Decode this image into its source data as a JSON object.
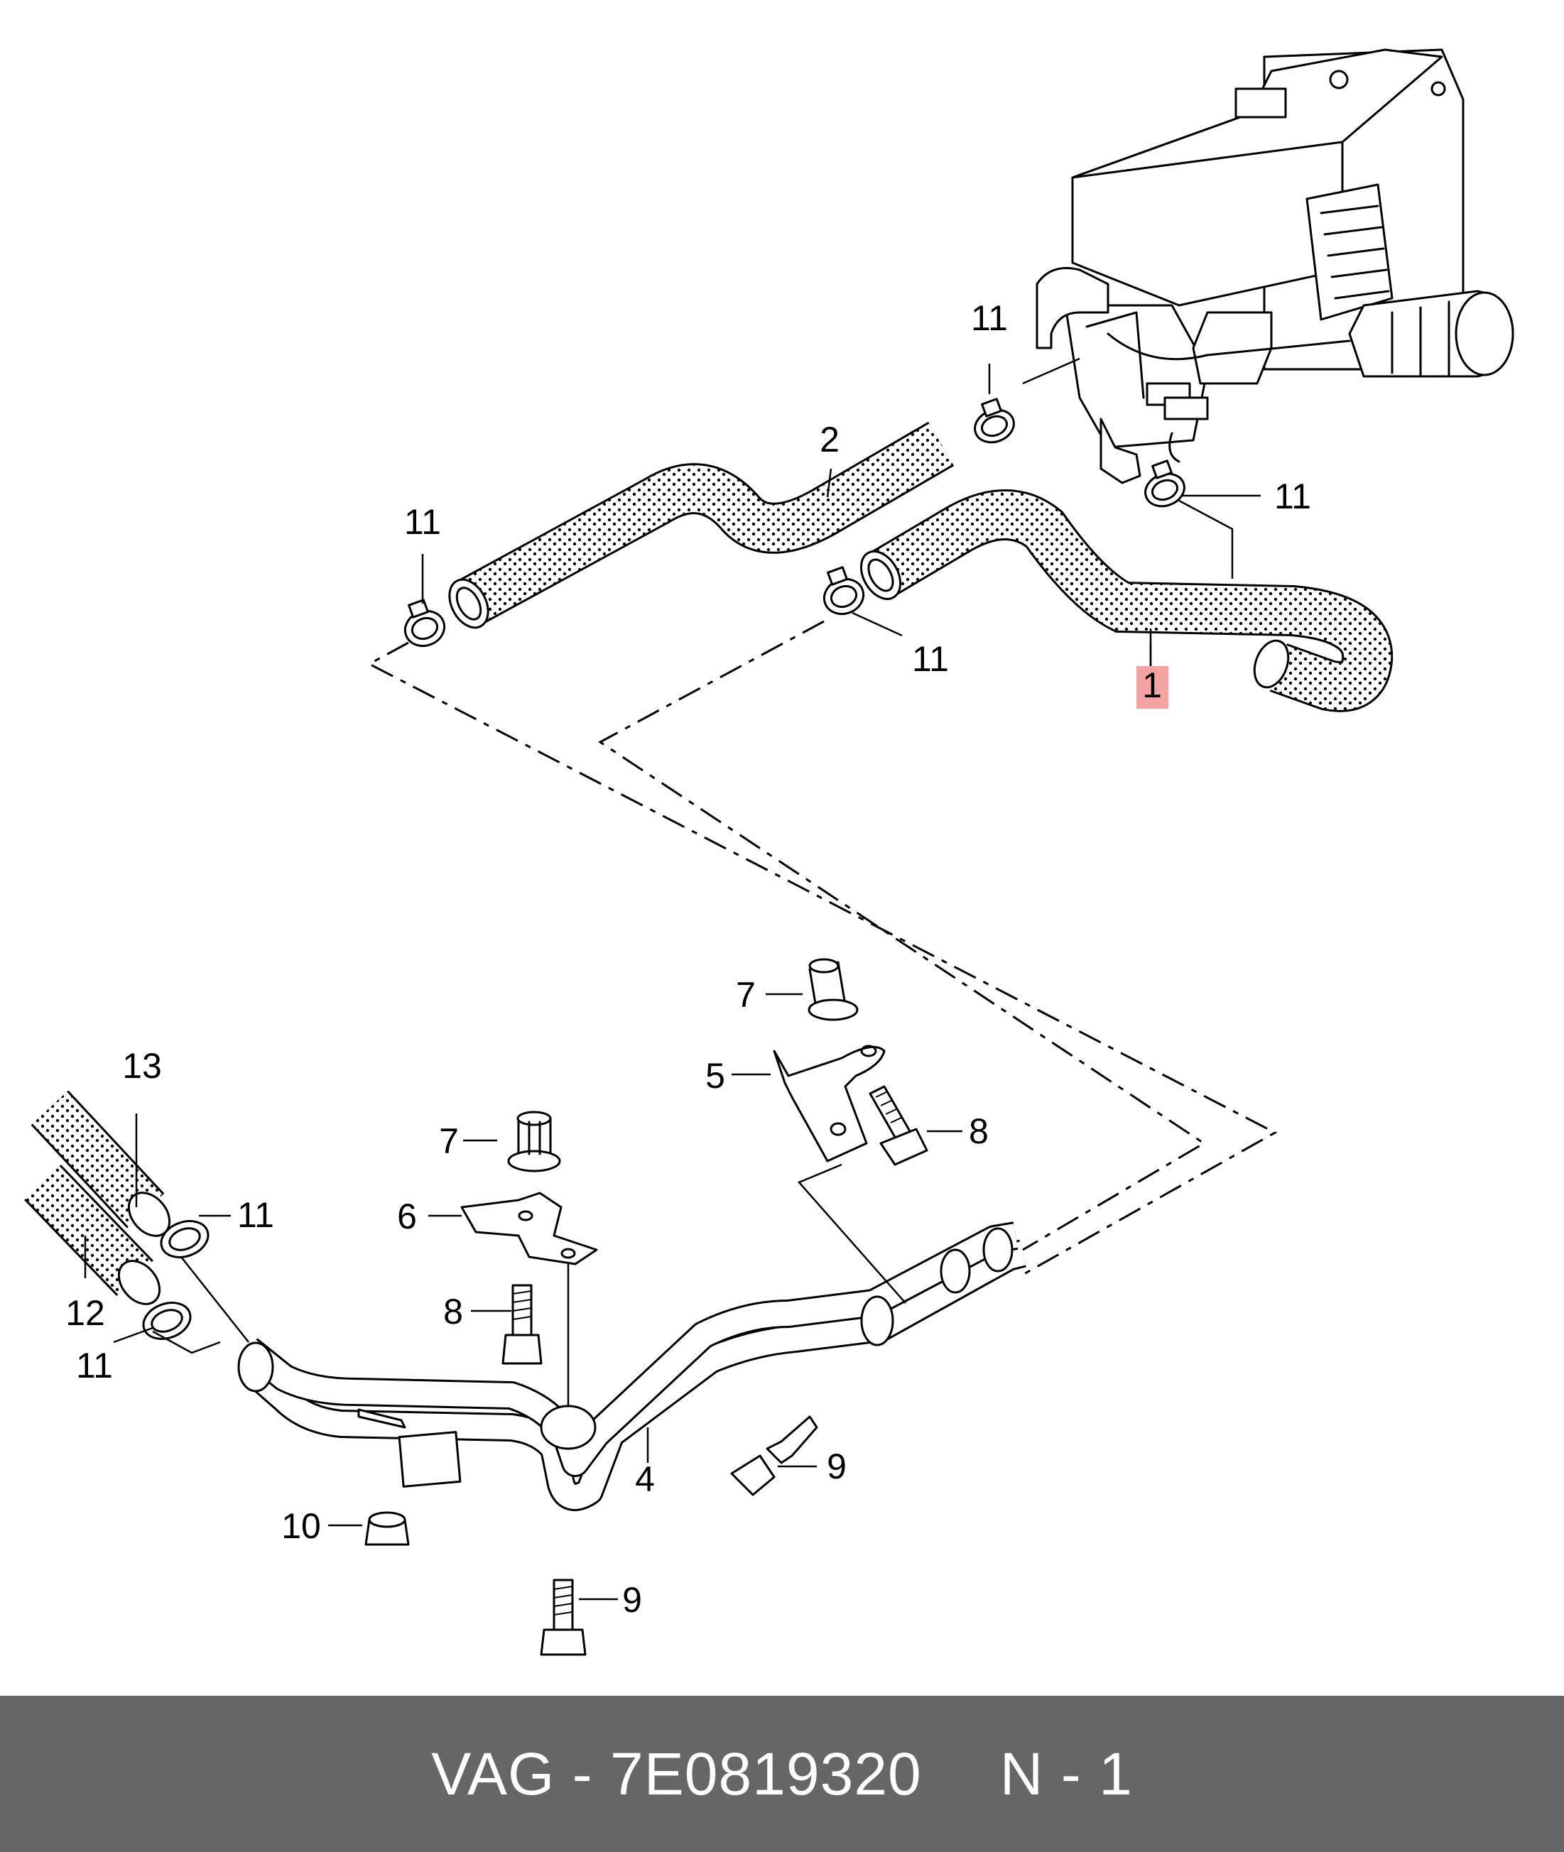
{
  "callouts": {
    "c1": "1",
    "c2": "2",
    "c4": "4",
    "c5": "5",
    "c6": "6",
    "c7a": "7",
    "c7b": "7",
    "c8a": "8",
    "c8b": "8",
    "c9a": "9",
    "c9b": "9",
    "c10": "10",
    "c11a": "11",
    "c11b": "11",
    "c11c": "11",
    "c11d": "11",
    "c11e": "11",
    "c11f": "11",
    "c12": "12",
    "c13": "13"
  },
  "highlight_color": "#f4a3a3",
  "footer": {
    "part_number": "VAG - 7E0819320",
    "position": "N - 1"
  },
  "footer_color": "#666666"
}
